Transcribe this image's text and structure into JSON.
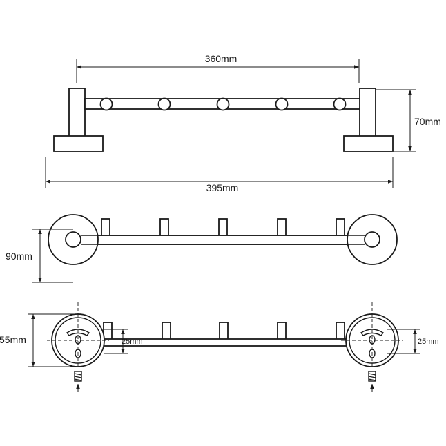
{
  "dimensions": {
    "top_width": "360mm",
    "top_height": "70mm",
    "overall_width": "395mm",
    "middle_depth": "90mm",
    "bottom_height": "55mm",
    "bottom_left_offset": "25mm",
    "bottom_right_offset": "25mm"
  },
  "colors": {
    "line": "#1a1a1a",
    "background": "#ffffff"
  }
}
